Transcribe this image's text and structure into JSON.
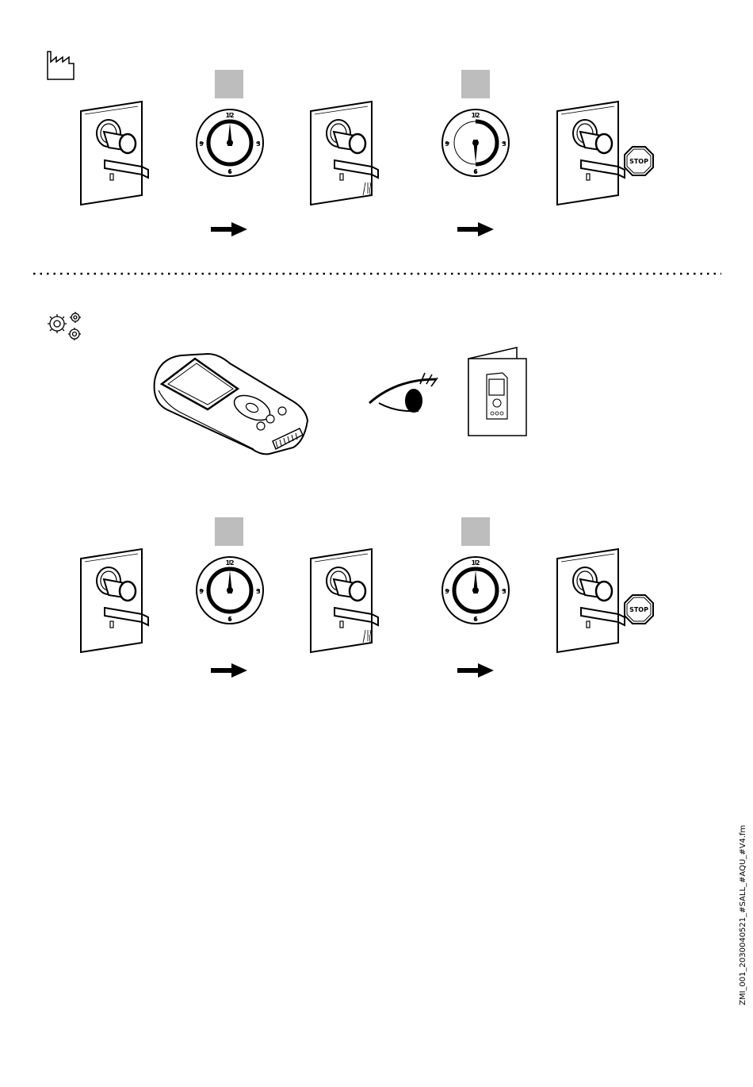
{
  "dial": {
    "n12": "12",
    "n3": "3",
    "n6": "6",
    "n9": "9"
  },
  "stop_label": "STOP",
  "side_text": "ZMI_001_2030040521_#SALL_#AQU_#V4.fm",
  "icons": {
    "section1": "factory-icon",
    "section2": "gears-icon",
    "eye": "eye-icon",
    "manual": "manual-booklet-icon",
    "remote": "remote-control-device"
  },
  "colors": {
    "step_box": "#bdbdbd",
    "line": "#000000"
  }
}
